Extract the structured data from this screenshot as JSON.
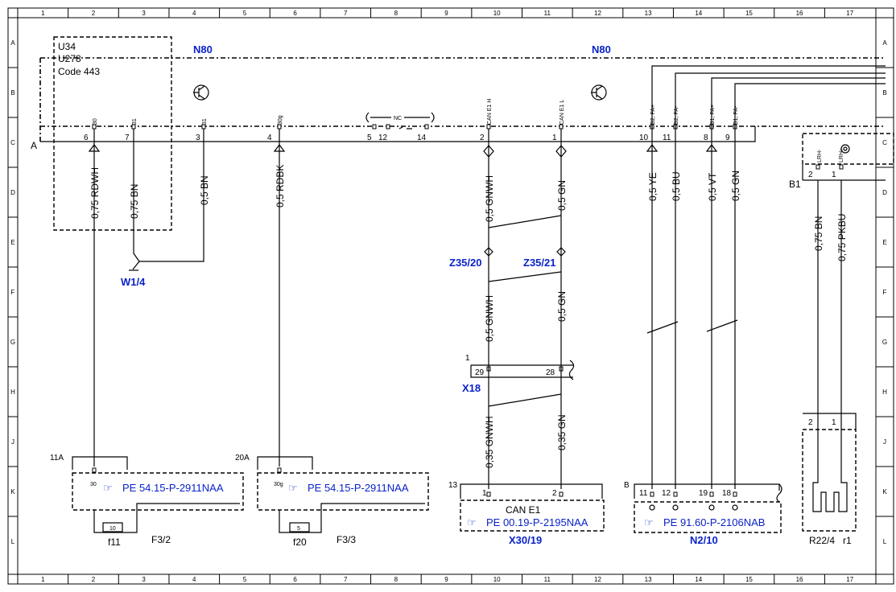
{
  "grid": {
    "columns": [
      "1",
      "2",
      "3",
      "4",
      "5",
      "6",
      "7",
      "8",
      "9",
      "10",
      "11",
      "12",
      "13",
      "14",
      "15",
      "16",
      "17"
    ],
    "rows": [
      "A",
      "B",
      "C",
      "D",
      "E",
      "F",
      "G",
      "H",
      "J",
      "K",
      "L"
    ]
  },
  "n80_module": {
    "label_left": "N80",
    "label_right": "N80",
    "row_marker": "A"
  },
  "u_box": {
    "line1": "U34",
    "line2": "U278",
    "line3": "Code 443"
  },
  "pins": [
    {
      "num": "6",
      "name": "30",
      "wire": "0,75 RDWH"
    },
    {
      "num": "7",
      "name": "31",
      "wire": "0,75 BN"
    },
    {
      "num": "3",
      "name": "31",
      "wire": "0,5 BN"
    },
    {
      "num": "4",
      "name": "30g",
      "wire": "0,5 RDBK"
    },
    {
      "num": "5",
      "name": ""
    },
    {
      "num": "12",
      "name": ""
    },
    {
      "num": "14",
      "name": ""
    },
    {
      "num": "2",
      "name": "CAN E1 H",
      "wire": "0,5 GNWH"
    },
    {
      "num": "1",
      "name": "CAN E1 L",
      "wire": "0,5 GN"
    },
    {
      "num": "10",
      "name": "B2, FA+",
      "wire": "0,5 YE"
    },
    {
      "num": "11",
      "name": "B2, FA-",
      "wire": "0,5 BU"
    },
    {
      "num": "8",
      "name": "B1, FA+",
      "wire": "0,5 VT"
    },
    {
      "num": "9",
      "name": "B1, FA-",
      "wire": "0,5 GN"
    }
  ],
  "nc_label": "NC",
  "ground": "W1/4",
  "splices": {
    "left": "Z35/20",
    "right": "Z35/21"
  },
  "x18": {
    "label": "X18",
    "pin_left": "29",
    "pin_right": "28",
    "marker": "1"
  },
  "can_lower_wires": {
    "left": "0,35 GNWH",
    "right": "0,35 GN",
    "mid_left": "0,5 GNWH",
    "mid_right": "0,5 GN"
  },
  "f32": {
    "marker": "11A",
    "pin": "30",
    "ref": "PE 54.15-P-2911NAA",
    "fuse_num": "10",
    "fuse": "f11",
    "label": "F3/2"
  },
  "f33": {
    "marker": "20A",
    "pin": "30g",
    "ref": "PE 54.15-P-2911NAA",
    "fuse_num": "5",
    "fuse": "f20",
    "label": "F3/3"
  },
  "x3019": {
    "marker": "13",
    "pin1": "1",
    "pin2": "2",
    "title": "CAN E1",
    "ref": "PE 00.19-P-2195NAA",
    "label": "X30/19"
  },
  "n210": {
    "marker": "B",
    "pins": [
      "11",
      "12",
      "19",
      "18"
    ],
    "ref": "PE 91.60-P-2106NAB",
    "label": "N2/10"
  },
  "b1": {
    "label": "B1",
    "pin2": "2",
    "pin1": "1",
    "pinname2": "LRH-",
    "pinname1": "LRH+",
    "wire_left": "0,75 BN",
    "wire_right": "0,75 PKBU"
  },
  "r224": {
    "pin2": "2",
    "pin1": "1",
    "label": "R22/4",
    "sub": "r1"
  }
}
